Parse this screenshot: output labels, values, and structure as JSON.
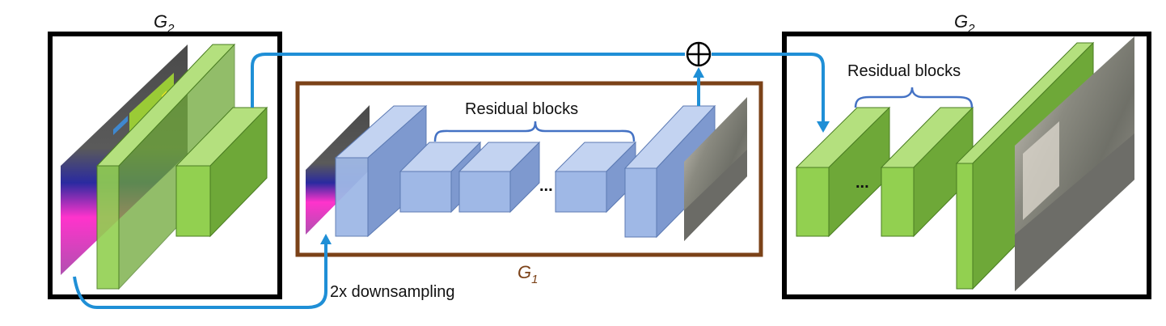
{
  "labels": {
    "g2_left": "G",
    "g2_left_sub": "2",
    "g2_right": "G",
    "g2_right_sub": "2",
    "g1": "G",
    "g1_sub": "1",
    "residual_g1": "Residual blocks",
    "residual_g2": "Residual blocks",
    "ellipsis_g1": "...",
    "ellipsis_g2": "...",
    "downsampling": "2x downsampling",
    "sum_symbol": "⊕"
  },
  "colors": {
    "frame": "#000000",
    "g1_frame": "#7b4218",
    "g1_label": "#7b4218",
    "arrow": "#1f8fd6",
    "brace": "#4472c4",
    "blue_front": "#9fb8e6",
    "blue_top": "#c3d3f1",
    "blue_side": "#7e99cf",
    "blue_edge": "#5c7ab3",
    "green_front": "#92d050",
    "green_top": "#b4e07e",
    "green_side": "#6ea838",
    "green_edge": "#4a7d22"
  }
}
